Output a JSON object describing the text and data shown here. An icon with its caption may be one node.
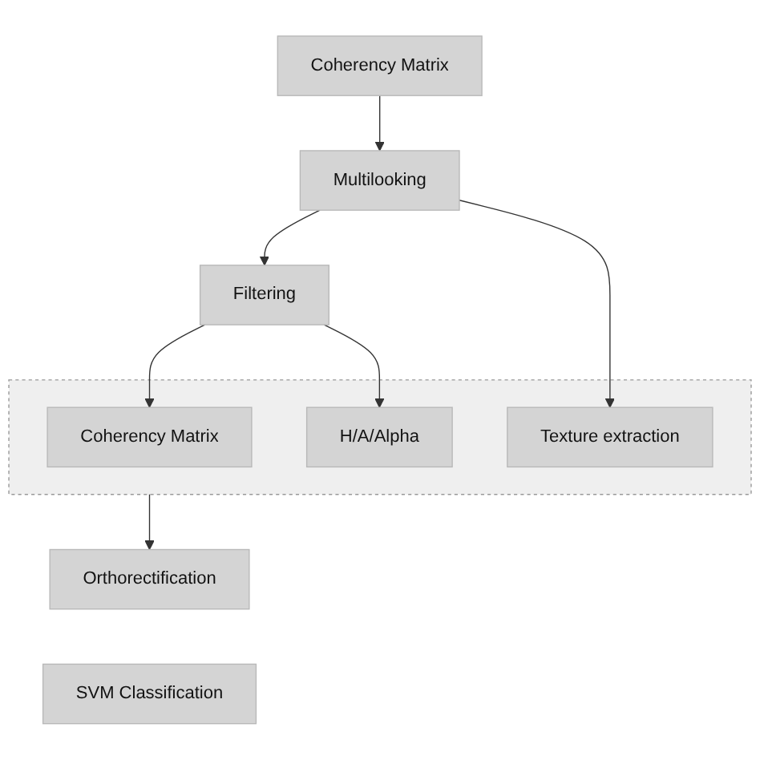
{
  "diagram": {
    "nodes": [
      {
        "text": [
          "Coherency Matrix"
        ]
      },
      {
        "text": [
          "Multilooking"
        ]
      },
      {
        "text": [
          "Filtering"
        ]
      },
      {
        "text": [],
        "shape": "box"
      },
      {
        "text": [
          "Coherency Matrix"
        ],
        "in": 3
      },
      {
        "text": [
          "H/A/Alpha"
        ],
        "in": 3
      },
      {
        "text": [
          "Texture extraction"
        ],
        "in": 3
      },
      {
        "text": [
          "Orthorectification"
        ]
      },
      {
        "text": [
          "SVM Classification"
        ]
      }
    ],
    "edges": [
      {
        "from": 0,
        "to": 1,
        "arrow": "to"
      },
      {
        "from": 1,
        "to": 2,
        "arrow": "to"
      },
      {
        "from": 1,
        "to": 6,
        "arrow": "to"
      },
      {
        "from": 2,
        "to": 4,
        "arrow": "to"
      },
      {
        "from": 2,
        "to": 5,
        "arrow": "to"
      },
      {
        "from": 3,
        "to": 7,
        "arrow": "to"
      }
    ]
  }
}
